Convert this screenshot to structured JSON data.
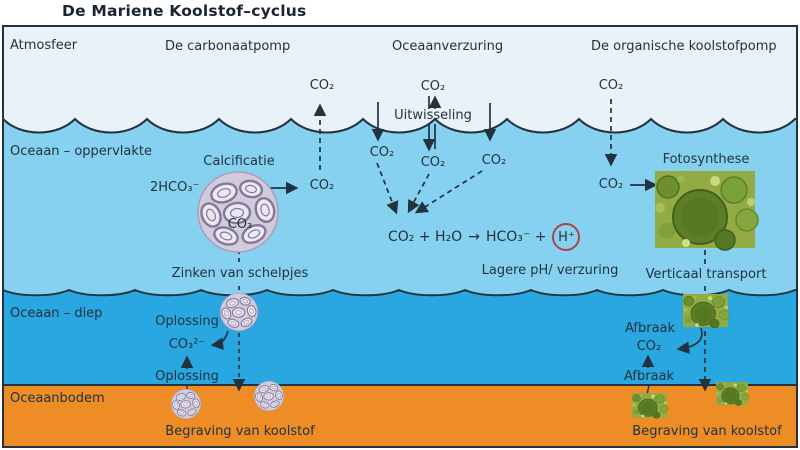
{
  "title": "De Mariene Koolstof–cyclus",
  "colors": {
    "atmosphere": "#e8f2f8",
    "ocean_surface": "#87d1f0",
    "ocean_deep": "#29a7e0",
    "ocean_floor": "#ee8c26",
    "ink": "#22333f",
    "highlight_circle": "#b04343"
  },
  "layers": {
    "atmosphere": "Atmosfeer",
    "surface": "Oceaan – oppervlakte",
    "deep": "Oceaan – diep",
    "floor": "Oceaanbodem"
  },
  "columns": {
    "carbonate": "De carbonaatpomp",
    "acidification": "Oceaanverzuring",
    "organic": "De organische koolstofpomp"
  },
  "carbonate": {
    "co2_air": "CO₂",
    "calcification": "Calcificatie",
    "bicarbonate": "2HCO₃⁻",
    "co2_out": "CO₂",
    "carbonate_in_shell": "CO₃",
    "sinking": "Zinken van schelpjes",
    "dissolving_upper": "Oplossing",
    "carbonate_ion": "CO₃²⁻",
    "dissolving_lower": "Oplossing",
    "burial": "Begraving van koolstof"
  },
  "acidification": {
    "co2_air": "CO₂",
    "exchange": "Uitwisseling",
    "co2_left": "CO₂",
    "co2_mid": "CO₂",
    "co2_right": "CO₂",
    "eq_lhs": "CO₂ + H₂O",
    "eq_arrow": "→",
    "eq_rhs": "HCO₃⁻ +",
    "proton": "H⁺",
    "result": "Lagere pH/ verzuring"
  },
  "organic": {
    "co2_air": "CO₂",
    "co2_in": "CO₂",
    "photosynthesis": "Fotosynthese",
    "transport": "Verticaal transport",
    "decay_upper": "Afbraak",
    "co2_deep": "CO₂",
    "decay_lower": "Afbraak",
    "burial": "Begraving van koolstof"
  }
}
